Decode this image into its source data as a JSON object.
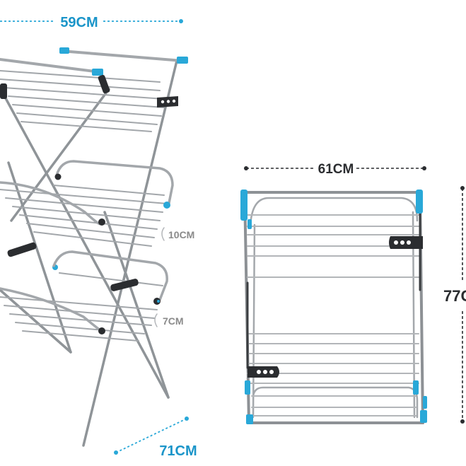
{
  "dimensions": {
    "width_label": "59CM",
    "depth_label": "71CM",
    "unfolded_width_label": "61CM",
    "height_label": "77C",
    "rail_gap_upper_label": "10CM",
    "rail_gap_lower_label": "7CM"
  },
  "colors": {
    "accent": "#29a8d8",
    "label": "#1b95c9",
    "grey_label": "#8a8a8a",
    "frame": "#a9adb1",
    "frame_dark": "#6f7478",
    "clip": "#2b2d30"
  }
}
